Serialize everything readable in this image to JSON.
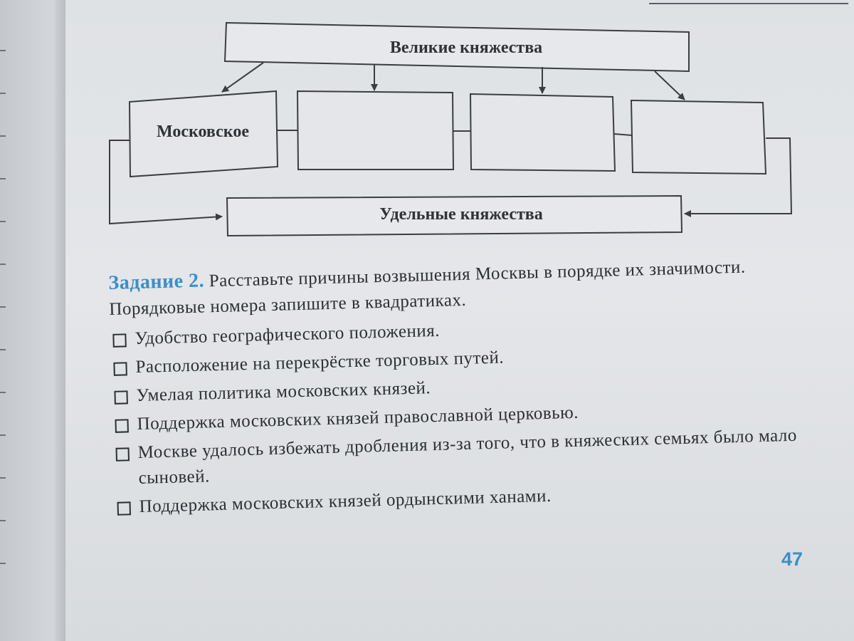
{
  "diagram": {
    "top_label": "Великие княжества",
    "children": [
      "Московское",
      "",
      "",
      ""
    ],
    "bottom_label": "Удельные княжества"
  },
  "task": {
    "number": "Задание 2.",
    "text": "Расставьте причины возвышения Москвы в порядке их значимости. Порядковые номера запишите в квадратиках.",
    "items": [
      "Удобство географического положения.",
      "Расположение на перекрёстке торговых путей.",
      "Умелая политика московских князей.",
      "Поддержка московских князей православной церковью.",
      "Москве удалось избежать дробления из-за того, что в княжеских семьях было мало сыновей.",
      "Поддержка московских князей ордынскими ханами."
    ]
  },
  "page_number": "47"
}
